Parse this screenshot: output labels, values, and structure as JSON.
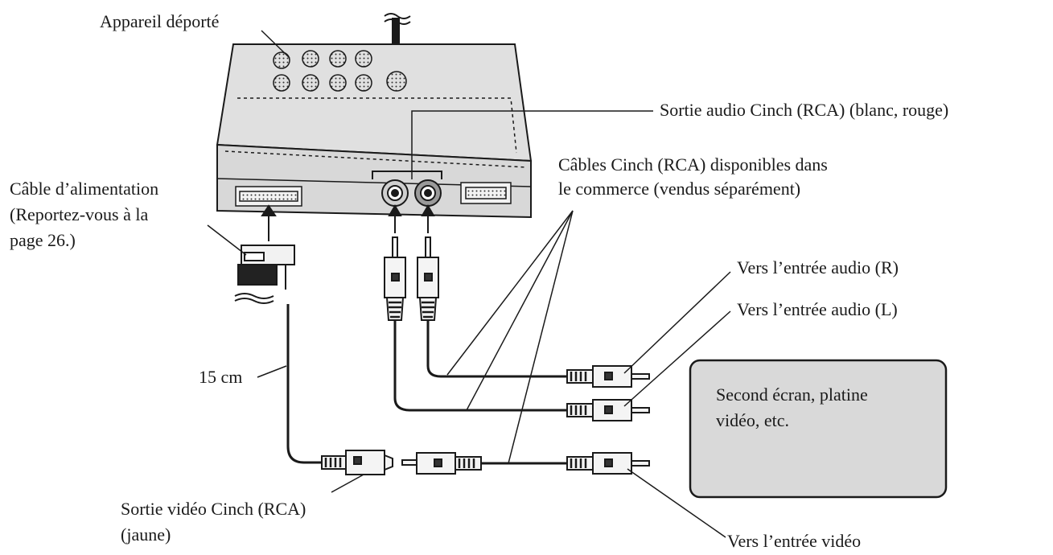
{
  "labels": {
    "remote_unit": "Appareil déporté",
    "audio_out": "Sortie audio Cinch (RCA) (blanc, rouge)",
    "rca_cables_line1": "Câbles Cinch (RCA) disponibles dans",
    "rca_cables_line2": "le commerce (vendus séparément)",
    "power_cable_line1": "Câble d’alimentation",
    "power_cable_line2": "(Reportez-vous à la",
    "power_cable_line3": "page 26.)",
    "audio_in_r": "Vers l’entrée audio (R)",
    "audio_in_l": "Vers l’entrée audio (L)",
    "length": "15 cm",
    "second_screen_line1": "Second écran, platine",
    "second_screen_line2": "vidéo, etc.",
    "video_out_line1": "Sortie vidéo Cinch (RCA)",
    "video_out_line2": "(jaune)",
    "video_in": "Vers l’entrée vidéo"
  },
  "colors": {
    "line": "#1a1a1a",
    "device_fill": "#e6e6e6",
    "screen_fill": "#d9d9d9",
    "plug_fill": "#f4f4f4"
  }
}
